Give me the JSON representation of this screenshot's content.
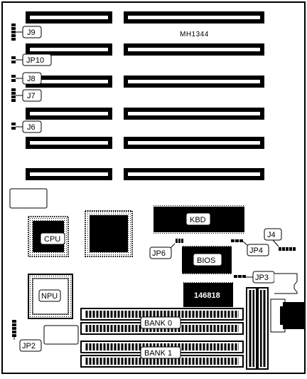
{
  "board": {
    "model": "MH1344",
    "labels": {
      "j9": "J9",
      "jp10": "JP10",
      "j8": "J8",
      "j7": "J7",
      "j6": "J6",
      "cpu": "CPU",
      "kbd": "KBD",
      "jp6": "JP6",
      "jp4": "JP4",
      "j4": "J4",
      "bios": "BIOS",
      "jp3": "JP3",
      "npu": "NPU",
      "rtc": "146818",
      "bank0": "BANK 0",
      "bank1": "BANK 1",
      "jp2": "JP2"
    }
  }
}
